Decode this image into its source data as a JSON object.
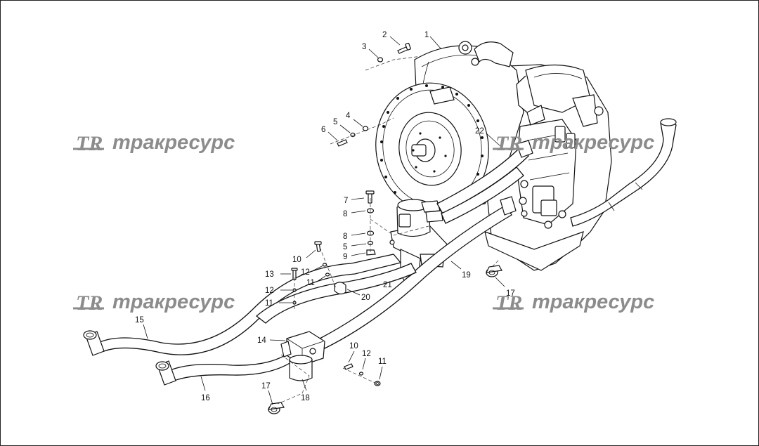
{
  "watermark": {
    "logo": "TR",
    "text": "тракресурс"
  },
  "callouts": {
    "c1": "1",
    "c2": "2",
    "c3": "3",
    "c4": "4",
    "c5a": "5",
    "c6": "6",
    "c7": "7",
    "c8a": "8",
    "c8b": "8",
    "c5b": "5",
    "c9": "9",
    "c10a": "10",
    "c12a": "12",
    "c11a": "11",
    "c13": "13",
    "c12b": "12",
    "c11b": "11",
    "c20": "20",
    "c21": "21",
    "c19": "19",
    "c22": "22",
    "c17a": "17",
    "c15": "15",
    "c14": "14",
    "c16": "16",
    "c17b": "17",
    "c18": "18",
    "c10b": "10",
    "c12c": "12",
    "c11c": "11"
  },
  "colors": {
    "line": "#111111",
    "watermark": "#8c8c8c",
    "background": "#ffffff"
  }
}
